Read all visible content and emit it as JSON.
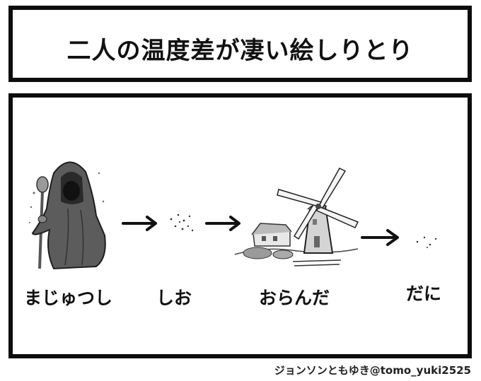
{
  "title": "二人の温度差が凄い絵しりとり",
  "words": [
    {
      "label": "まじゅつし",
      "icon": "wizard-icon"
    },
    {
      "label": "しお",
      "icon": "salt-icon"
    },
    {
      "label": "おらんだ",
      "icon": "windmill-icon"
    },
    {
      "label": "だに",
      "icon": "tick-icon"
    }
  ],
  "credit": "ジョンソンともゆき@tomo_yuki2525"
}
